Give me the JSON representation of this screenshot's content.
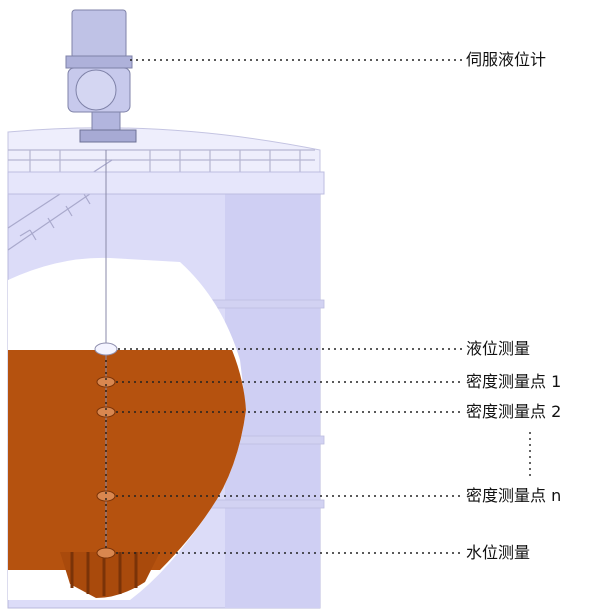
{
  "labels": {
    "servo_gauge": "伺服液位计",
    "level_measure": "液位测量",
    "density_point_1": "密度测量点 1",
    "density_point_2": "密度测量点 2",
    "density_point_n": "密度测量点 n",
    "water_level": "水位测量"
  },
  "colors": {
    "tank_body": "#dcdcf8",
    "tank_shadow": "#c8c8ee",
    "liquid": "#b5520f",
    "liquid_dark": "#8c3c0a",
    "gauge": "#bfc2e6",
    "leader": "#222222"
  },
  "icons": [
    "servo-gauge-icon",
    "float-icon",
    "density-sensor-icon",
    "water-sensor-icon"
  ]
}
